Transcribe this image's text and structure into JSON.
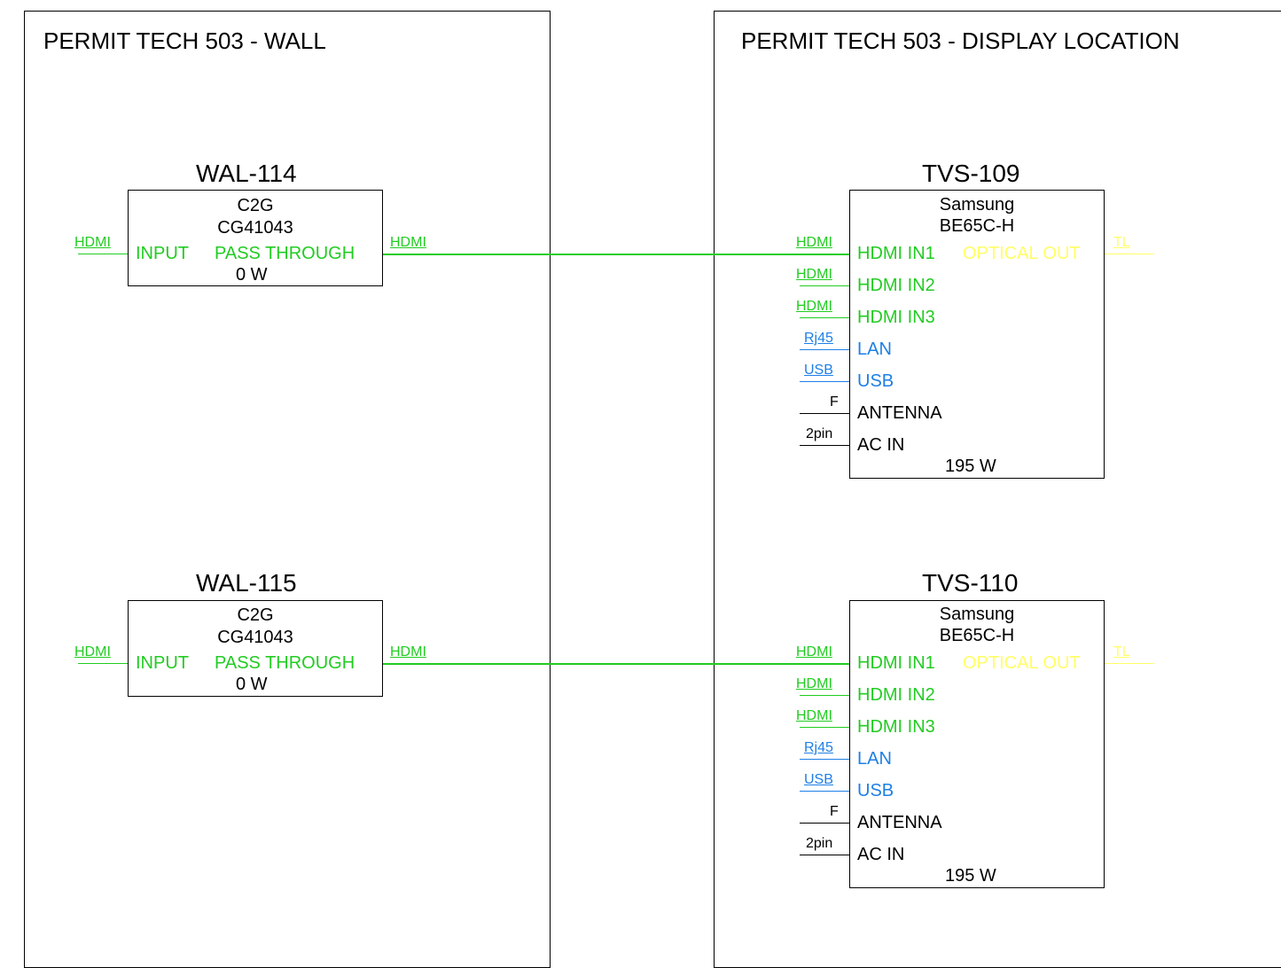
{
  "zones": {
    "wall": {
      "title": "PERMIT TECH 503 - WALL"
    },
    "display": {
      "title": "PERMIT TECH 503 - DISPLAY LOCATION"
    }
  },
  "wall_plates": [
    {
      "tag": "WAL-114",
      "manufacturer": "C2G",
      "model": "CG41043",
      "input_label": "INPUT",
      "output_label": "PASS THROUGH",
      "power": "0 W",
      "input_connector": "HDMI",
      "output_connector": "HDMI"
    },
    {
      "tag": "WAL-115",
      "manufacturer": "C2G",
      "model": "CG41043",
      "input_label": "INPUT",
      "output_label": "PASS THROUGH",
      "power": "0 W",
      "input_connector": "HDMI",
      "output_connector": "HDMI"
    }
  ],
  "displays": [
    {
      "tag": "TVS-109",
      "manufacturer": "Samsung",
      "model": "BE65C-H",
      "power": "195 W",
      "ports": [
        {
          "label": "HDMI IN1",
          "connector": "HDMI",
          "color": "#22cc22"
        },
        {
          "label": "HDMI IN2",
          "connector": "HDMI",
          "color": "#22cc22"
        },
        {
          "label": "HDMI IN3",
          "connector": "HDMI",
          "color": "#22cc22"
        },
        {
          "label": "LAN",
          "connector": "Rj45",
          "color": "#1e7fe6"
        },
        {
          "label": "USB",
          "connector": "USB",
          "color": "#1e7fe6"
        },
        {
          "label": "ANTENNA",
          "connector": "F",
          "color": "#000000"
        },
        {
          "label": "AC IN",
          "connector": "2pin",
          "color": "#000000"
        }
      ],
      "output": {
        "label": "OPTICAL OUT",
        "connector": "TL",
        "color": "#ffff66"
      }
    },
    {
      "tag": "TVS-110",
      "manufacturer": "Samsung",
      "model": "BE65C-H",
      "power": "195 W",
      "ports": [
        {
          "label": "HDMI IN1",
          "connector": "HDMI",
          "color": "#22cc22"
        },
        {
          "label": "HDMI IN2",
          "connector": "HDMI",
          "color": "#22cc22"
        },
        {
          "label": "HDMI IN3",
          "connector": "HDMI",
          "color": "#22cc22"
        },
        {
          "label": "LAN",
          "connector": "Rj45",
          "color": "#1e7fe6"
        },
        {
          "label": "USB",
          "connector": "USB",
          "color": "#1e7fe6"
        },
        {
          "label": "ANTENNA",
          "connector": "F",
          "color": "#000000"
        },
        {
          "label": "AC IN",
          "connector": "2pin",
          "color": "#000000"
        }
      ],
      "output": {
        "label": "OPTICAL OUT",
        "connector": "TL",
        "color": "#ffff66"
      }
    }
  ],
  "colors": {
    "hdmi": "#22cc22",
    "network": "#1e7fe6",
    "power": "#000000",
    "audio": "#ffff66"
  }
}
